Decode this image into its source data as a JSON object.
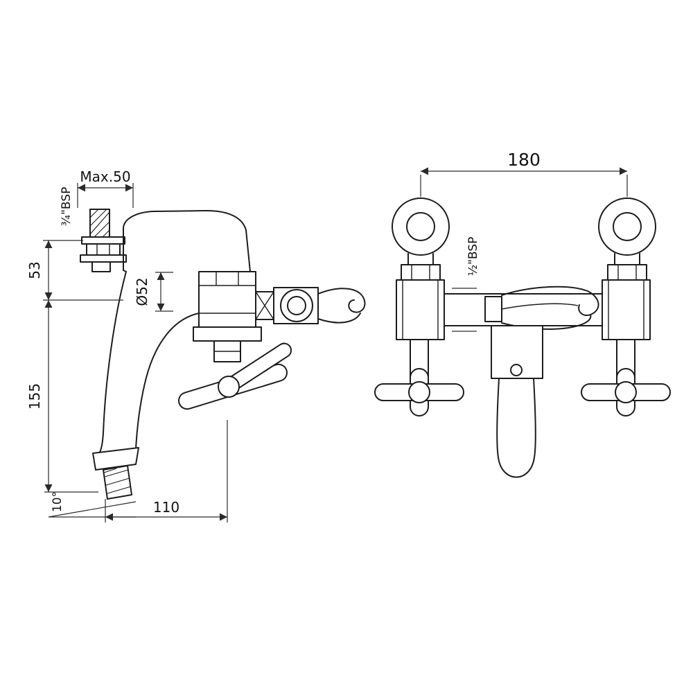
{
  "drawing": {
    "type": "technical-dimension-drawing",
    "subject": "bath shower mixer - side and front elevations",
    "background": "#ffffff",
    "line_color": "#1c1c1c",
    "dimension_color": "#2a2a2a"
  },
  "side_view": {
    "labels": {
      "max_projection": "Max.50",
      "inlet_thread": "¾\"BSP",
      "inlet_to_spout": "53",
      "body_diameter": "Ø52",
      "spout_drop": "155",
      "outlet_angle": "10°",
      "spout_reach": "110"
    }
  },
  "front_view": {
    "labels": {
      "inlet_centres": "180",
      "shower_outlet_thread": "½\"BSP"
    }
  }
}
